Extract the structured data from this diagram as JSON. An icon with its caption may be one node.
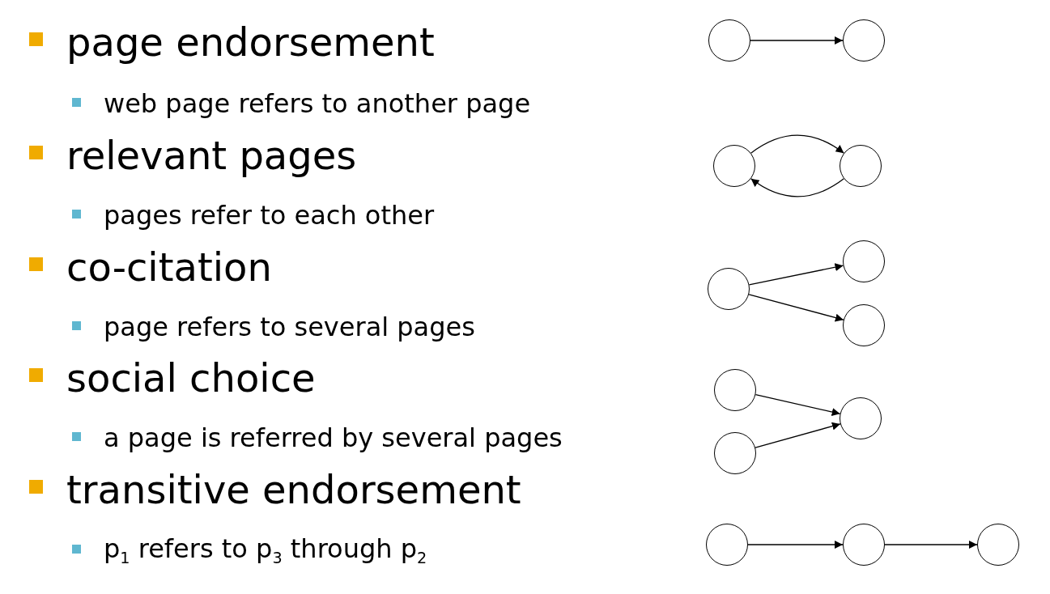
{
  "diagram": {
    "nodes": [
      {
        "text": [],
        "shape": "circle"
      },
      {
        "text": [],
        "shape": "circle"
      },
      {
        "text": [],
        "shape": "circle"
      },
      {
        "text": [],
        "shape": "circle"
      },
      {
        "text": [],
        "shape": "circle"
      },
      {
        "text": [],
        "shape": "circle"
      },
      {
        "text": [],
        "shape": "circle"
      },
      {
        "text": [],
        "shape": "circle"
      },
      {
        "text": [],
        "shape": "circle"
      },
      {
        "text": [],
        "shape": "circle"
      },
      {
        "text": [],
        "shape": "circle"
      },
      {
        "text": [],
        "shape": "circle"
      },
      {
        "text": [],
        "shape": "circle"
      }
    ],
    "edges": [
      {
        "from": 0,
        "to": 1,
        "arrow": "to"
      },
      {
        "from": 2,
        "to": 3,
        "arrow": "to"
      },
      {
        "from": 3,
        "to": 2,
        "arrow": "to"
      },
      {
        "from": 4,
        "to": 5,
        "arrow": "to"
      },
      {
        "from": 4,
        "to": 6,
        "arrow": "to"
      },
      {
        "from": 7,
        "to": 9,
        "arrow": "to"
      },
      {
        "from": 8,
        "to": 9,
        "arrow": "to"
      },
      {
        "from": 10,
        "to": 11,
        "arrow": "to"
      },
      {
        "from": 11,
        "to": 12,
        "arrow": "to"
      }
    ],
    "labels": [
      "page endorsement",
      "web page refers to another page",
      "relevant pages",
      "pages refer to each other",
      "co-citation",
      "page refers to several pages",
      "social choice",
      "a page is referred by several pages",
      "transitive endorsement",
      "p$_{1}$ refers to p$_{3}$ through p$_{2}$"
    ]
  }
}
